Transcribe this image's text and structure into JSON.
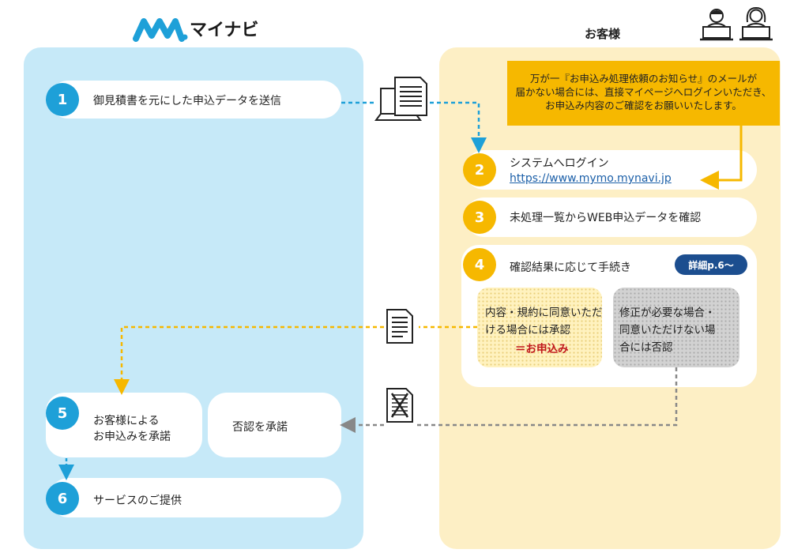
{
  "header": {
    "brand_name": "マイナビ",
    "customer_title": "お客様"
  },
  "steps": {
    "s1": {
      "num": "1",
      "label": "御見積書を元にした申込データを送信"
    },
    "s2": {
      "num": "2",
      "label": "システムへログイン",
      "link": "https://www.mymo.mynavi.jp"
    },
    "s3": {
      "num": "3",
      "label": "未処理一覧からWEB申込データを確認"
    },
    "s4": {
      "num": "4",
      "label": "確認結果に応じて手続き",
      "badge": "詳細p.6〜"
    },
    "s5": {
      "num": "5",
      "line1": "お客様による",
      "line2": "お申込みを承諾"
    },
    "s5b": {
      "label": "否認を承諾"
    },
    "s6": {
      "num": "6",
      "label": "サービスのご提供"
    }
  },
  "notice": {
    "line1": "万が一『お申込み処理依頼のお知らせ』のメールが",
    "line2": "届かない場合には、直接マイページへログインいただき、",
    "line3": "お申込み内容のご確認をお願いいたします。"
  },
  "approve_box": {
    "line1": "内容・規約に同意いただ",
    "line2": "ける場合には承認",
    "mark": "＝お申込み"
  },
  "reject_box": {
    "line1": "修正が必要な場合・",
    "line2": "同意いただけない場",
    "line3": "合には否認"
  },
  "colors": {
    "left_panel": "#c6e9f8",
    "right_panel": "#fdefc5",
    "blue": "#1ea0d8",
    "yellow": "#f6b800",
    "navy": "#1c4e8f",
    "red": "#c0161b",
    "gray_arrow": "#888888"
  },
  "icons": [
    "mynavi-logo-icon",
    "user-male-laptop-icon",
    "user-female-laptop-icon",
    "laptop-document-icon",
    "document-icon",
    "rejected-document-icon"
  ]
}
